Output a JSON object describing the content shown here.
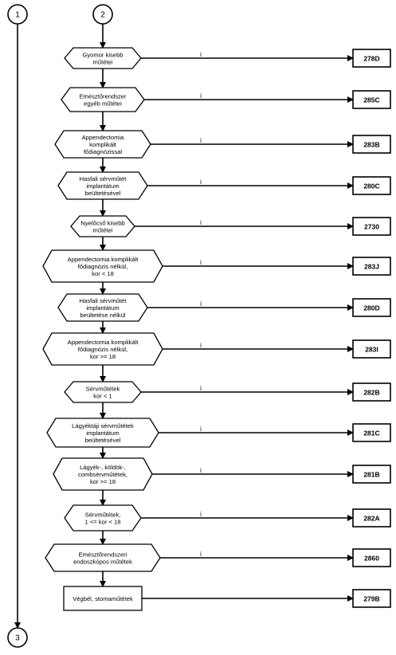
{
  "connectors": {
    "start_left": "1",
    "start_right": "2",
    "end_left": "3"
  },
  "branch_label": "i",
  "steps": [
    {
      "shape": "hexagon",
      "lines": [
        "Gyomor kisebb",
        "műtétei"
      ],
      "code": "278D"
    },
    {
      "shape": "hexagon",
      "lines": [
        "Emésztőrendszer",
        "egyéb műtétei"
      ],
      "code": "285C"
    },
    {
      "shape": "hexagon",
      "lines": [
        "Appendectomia",
        "komplikált",
        "fődiagnózissal"
      ],
      "code": "283B"
    },
    {
      "shape": "hexagon",
      "lines": [
        "Hasfali sérvműtét",
        "implantátum",
        "beültetésével"
      ],
      "code": "280C"
    },
    {
      "shape": "hexagon",
      "lines": [
        "Nyelőcső kisebb",
        "műtétei"
      ],
      "code": "2730"
    },
    {
      "shape": "hexagon",
      "lines": [
        "Appendectomia komplikált",
        "fődiagnózis nélkül,",
        "kor < 18"
      ],
      "code": "283J"
    },
    {
      "shape": "hexagon",
      "lines": [
        "Hasfali sérvműtét",
        "implantátum",
        "beültetése nélkül"
      ],
      "code": "280D"
    },
    {
      "shape": "hexagon",
      "lines": [
        "Appendectomia komplikált",
        "fődiagnózis nélkül,",
        "kor >= 18"
      ],
      "code": "283I"
    },
    {
      "shape": "hexagon",
      "lines": [
        "Sérvműtétek",
        "kor <  1"
      ],
      "code": "282B"
    },
    {
      "shape": "hexagon",
      "lines": [
        "Lágyéktáji sérvműtétek",
        "implantátum",
        "beültetésével"
      ],
      "code": "281C"
    },
    {
      "shape": "hexagon",
      "lines": [
        "Lágyék-, köldök-,",
        "combsérvműtétek,",
        "kor >= 18"
      ],
      "code": "281B"
    },
    {
      "shape": "hexagon",
      "lines": [
        "Sérvműtétek,",
        "1 <= kor < 18"
      ],
      "code": "282A"
    },
    {
      "shape": "hexagon",
      "lines": [
        "Emésztőrendszeri",
        "endoszkópos műtétek"
      ],
      "code": "2860"
    },
    {
      "shape": "rect",
      "lines": [
        "Végbél, stomaműtétek"
      ],
      "code": "279B"
    }
  ]
}
